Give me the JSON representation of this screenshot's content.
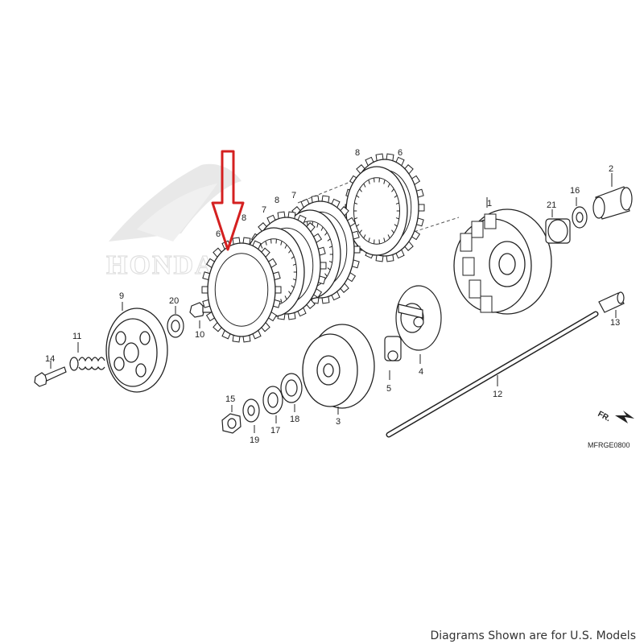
{
  "diagram": {
    "brand_watermark": "HONDA",
    "diagram_code": "MFRGE0800",
    "direction_label": "FR.",
    "footer_note": "Diagrams Shown are for U.S. Models",
    "part_labels": {
      "p1": "1",
      "p2": "2",
      "p3": "3",
      "p4": "4",
      "p5": "5",
      "p6a": "6",
      "p6b": "6",
      "p7": "7",
      "p8a": "8",
      "p8b": "8",
      "p8c": "8",
      "p9": "9",
      "p10": "10",
      "p11": "11",
      "p12": "12",
      "p13": "13",
      "p14": "14",
      "p15": "15",
      "p16": "16",
      "p17": "17",
      "p18": "18",
      "p19": "19",
      "p20": "20",
      "p21": "21",
      "p7b": "7"
    }
  },
  "colors": {
    "highlight_arrow": "#d42020",
    "line": "#222222"
  }
}
